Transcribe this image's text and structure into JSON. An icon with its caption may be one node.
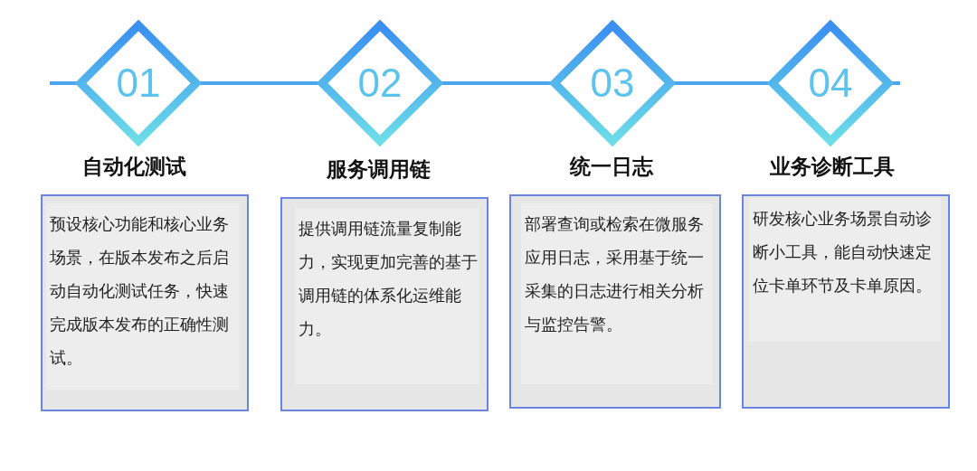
{
  "diagram": {
    "nodes": [
      {
        "text": [
          "01"
        ]
      },
      {
        "text": [
          "02"
        ]
      },
      {
        "text": [
          "03"
        ]
      },
      {
        "text": [
          "04"
        ]
      },
      {
        "text": [
          "自动化测试",
          "预设核心功能和核心业务场景，在版本发布之后启动自动化测试任务，快速完成版本发布的正确性测试。"
        ]
      },
      {
        "text": [
          "服务调用链",
          "提供调用链流量复制能力，实现更加完善的基于调用链的体系化运维能力。"
        ]
      },
      {
        "text": [
          "统一日志",
          "部署查询或检索在微服务应用日志，采用基于统一采集的日志进行相关分析与监控告警。"
        ]
      },
      {
        "text": [
          "业务诊断工具",
          "研发核心业务场景自动诊断小工具，能自动快速定位卡单环节及卡单原因。"
        ]
      }
    ],
    "edges": [
      {
        "from": null,
        "to": 0,
        "arrow": "none"
      },
      {
        "from": 0,
        "to": 1,
        "arrow": "none"
      },
      {
        "from": 1,
        "to": 2,
        "arrow": "none"
      },
      {
        "from": 2,
        "to": 3,
        "arrow": "none"
      },
      {
        "from": 3,
        "to": null,
        "arrow": "none"
      }
    ]
  }
}
